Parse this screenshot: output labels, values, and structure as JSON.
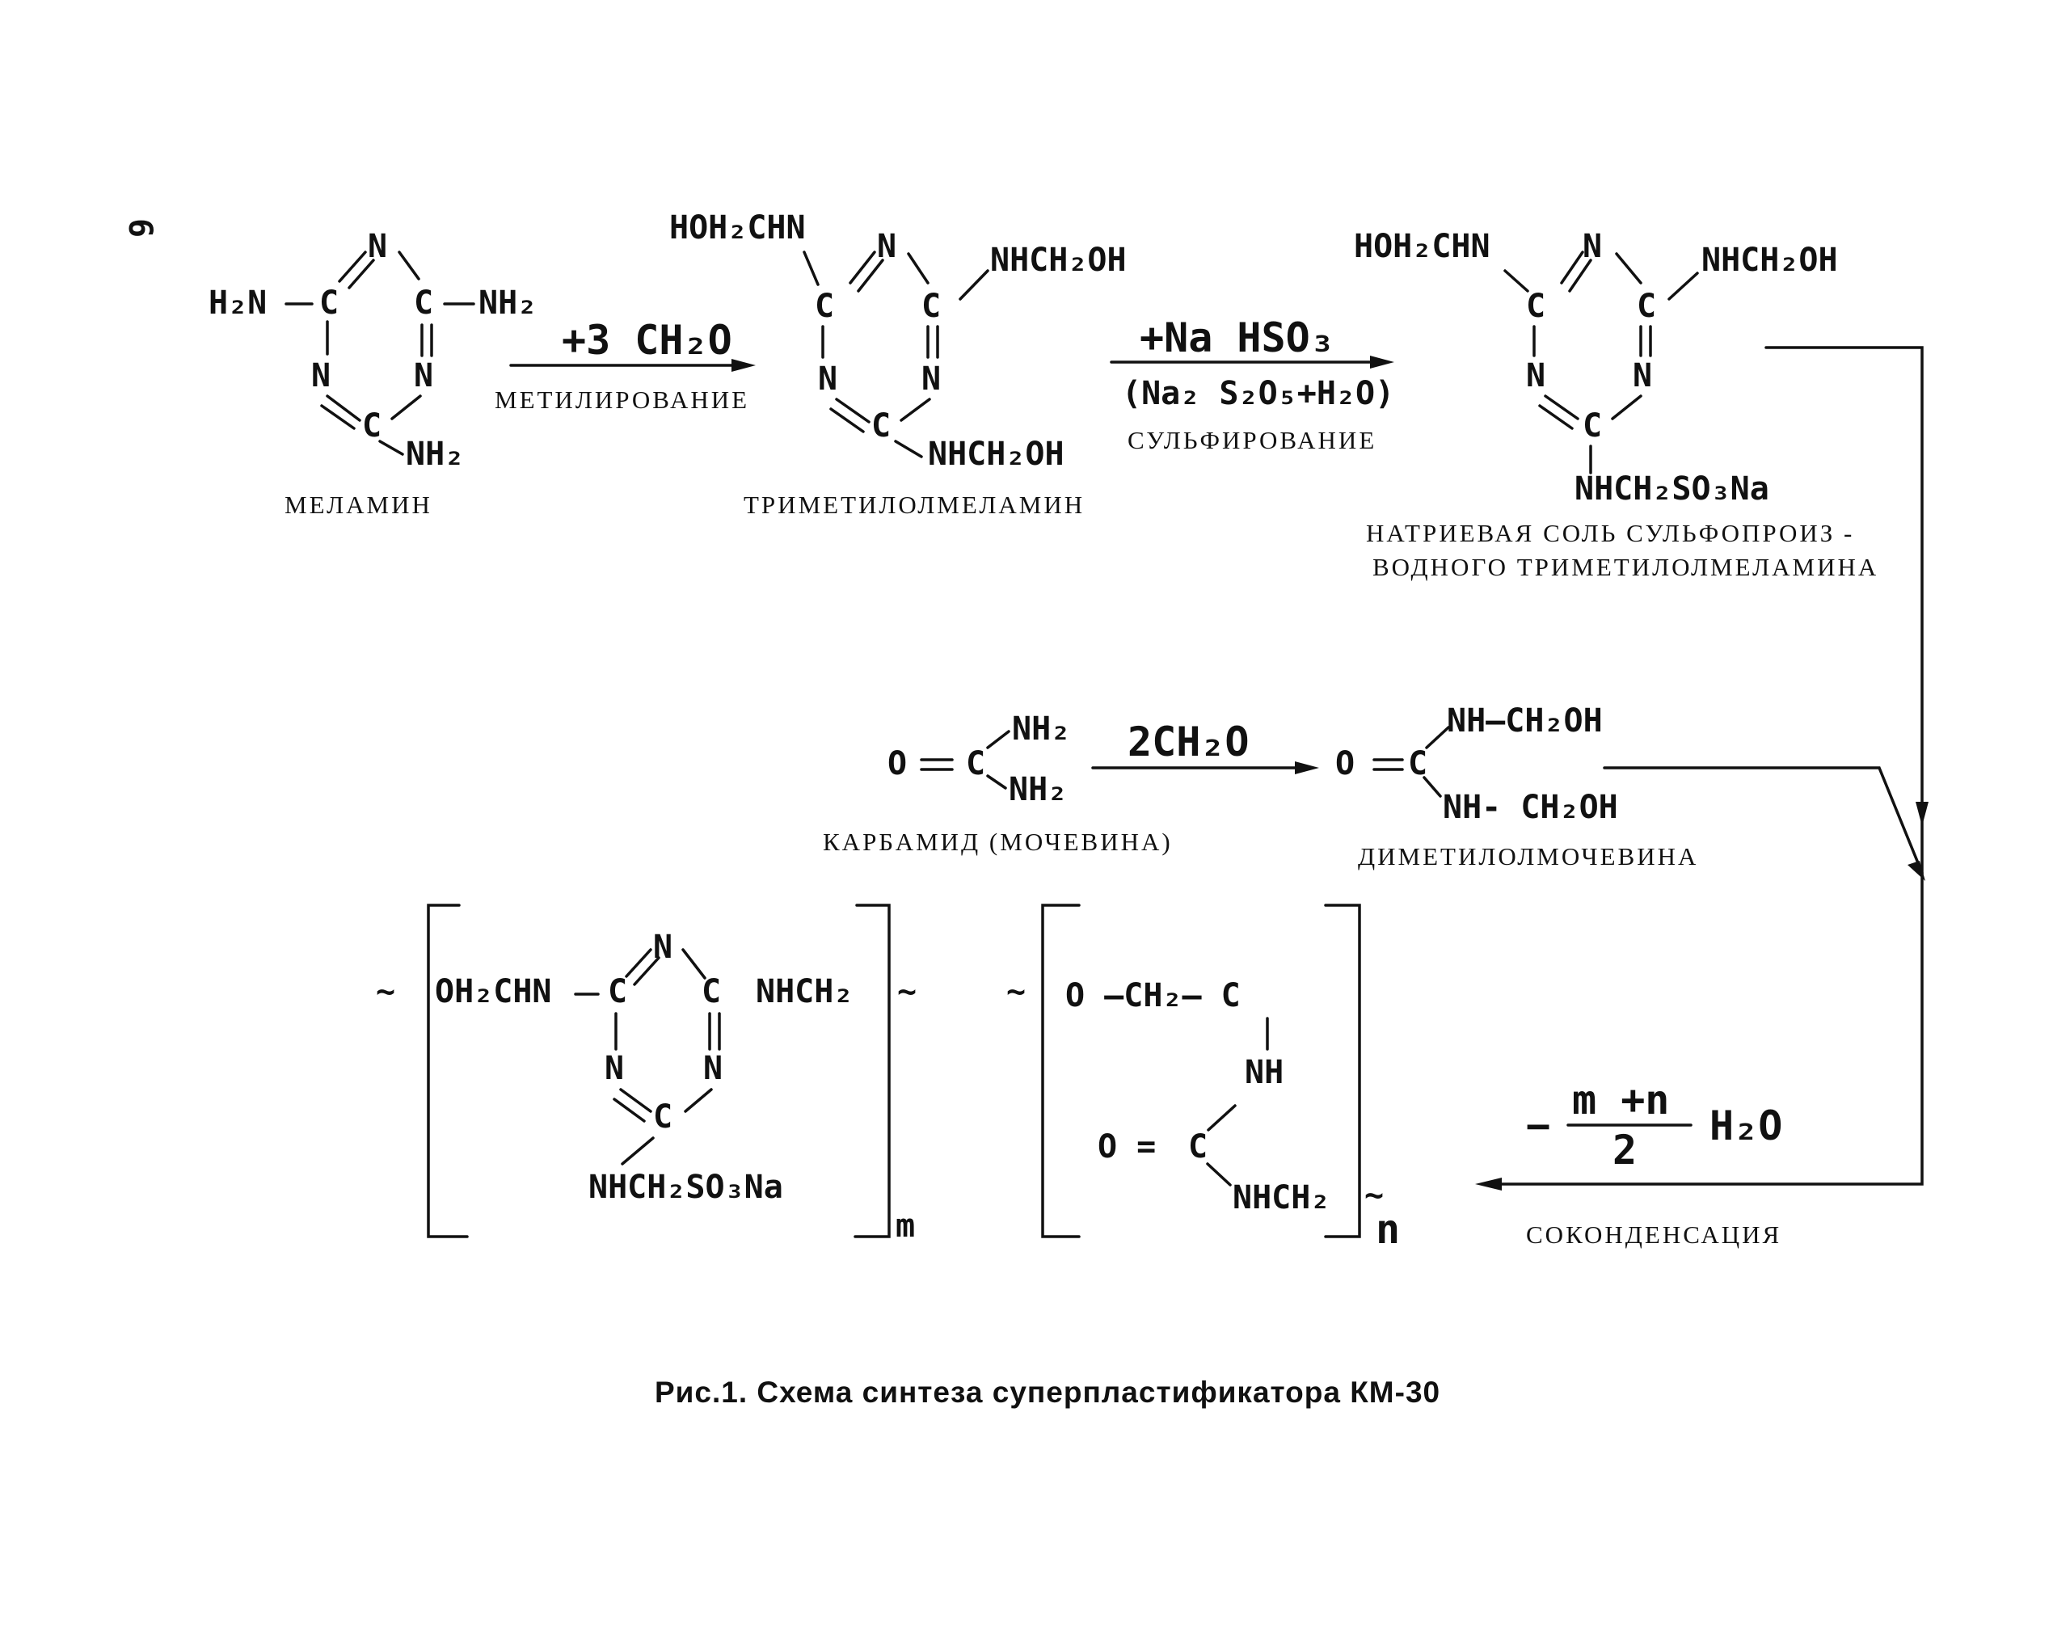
{
  "page_number": "6",
  "melamine": {
    "atom_n": "N",
    "atom_c": "C",
    "h2n": "H₂N",
    "nh2": "NH₂",
    "name": "МЕЛАМИН"
  },
  "step1": {
    "reagent": "+3 CH₂O",
    "label": "МЕТИЛИРОВАНИЕ"
  },
  "trimethylol": {
    "atom_n": "N",
    "atom_c": "C",
    "hoh2chn": "HOH₂CHN",
    "nhch2oh": "NHCH₂OH",
    "name": "ТРИМЕТИЛОЛМЕЛАМИН"
  },
  "step2": {
    "reagent": "+Na HSO₃",
    "reagent2": "(Na₂ S₂O₅+H₂O)",
    "label": "СУЛЬФИРОВАНИЕ"
  },
  "sulfo_salt": {
    "atom_n": "N",
    "atom_c": "C",
    "hoh2chn": "HOH₂CHN",
    "nhch2oh": "NHCH₂OH",
    "nhch2so3na": "NHCH₂SO₃Na",
    "name_line1": "НАТРИЕВАЯ СОЛЬ СУЛЬФОПРОИЗ -",
    "name_line2": "ВОДНОГО ТРИМЕТИЛОЛМЕЛАМИНА"
  },
  "urea": {
    "o": "O",
    "c": "C",
    "nh2": "NH₂",
    "name": "КАРБАМИД (МОЧЕВИНА)"
  },
  "step3": {
    "reagent": "2CH₂O"
  },
  "dimethylolurea": {
    "o": "O",
    "c": "C",
    "nhch2oh": "NH—CH₂OH",
    "nhch2oh2": "NH- CH₂OH",
    "name": "ДИМЕТИЛОЛМОЧЕВИНА"
  },
  "polymer": {
    "tilde": "~",
    "oh2chn": "OH₂CHN",
    "atom_n": "N",
    "atom_c": "C",
    "nhch2": "NHCH₂",
    "nhch2so3na": "NHCH₂SO₃Na",
    "m": "m",
    "n": "n",
    "o_ch2_c": "O —CH₂— C",
    "nh": "NH",
    "o_eq": "O =",
    "c": "C"
  },
  "step4": {
    "numerator": "m +n",
    "denominator": "2",
    "minus": "−",
    "water": "H₂O",
    "label": "СОКОНДЕНСАЦИЯ"
  },
  "figure_caption": "Рис.1. Схема синтеза суперпластификатора КМ-30"
}
